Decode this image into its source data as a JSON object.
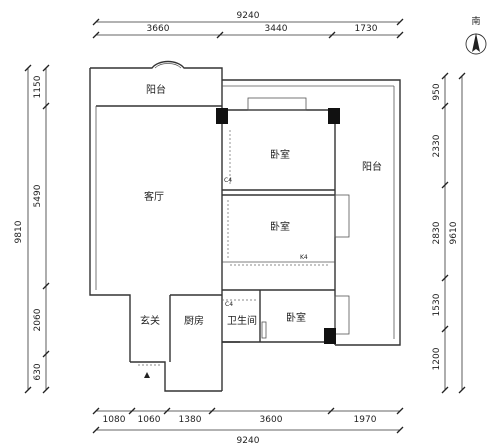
{
  "compass": {
    "label": "南"
  },
  "top_dims": {
    "total": "9240",
    "segments": [
      "3660",
      "3440",
      "1730"
    ]
  },
  "bottom_dims": {
    "total": "9240",
    "segments": [
      "1080",
      "1060",
      "1380",
      "3600",
      "1970"
    ]
  },
  "left_dims": {
    "total": "9810",
    "segments": [
      "1150",
      "5490",
      "2060",
      "630"
    ]
  },
  "right_dims": {
    "total": "9610",
    "segments": [
      "950",
      "2330",
      "2830",
      "1530",
      "1200"
    ]
  },
  "rooms": {
    "balcony_top": "阳台",
    "living_room": "客厅",
    "bedroom_1": "卧室",
    "bedroom_2": "卧室",
    "bedroom_3": "卧室",
    "balcony_right": "阳台",
    "entrance": "玄关",
    "kitchen": "厨房",
    "bathroom": "卫生间"
  },
  "annotations": {
    "note_1": "C4",
    "note_2": "K4",
    "note_3": "C4"
  }
}
